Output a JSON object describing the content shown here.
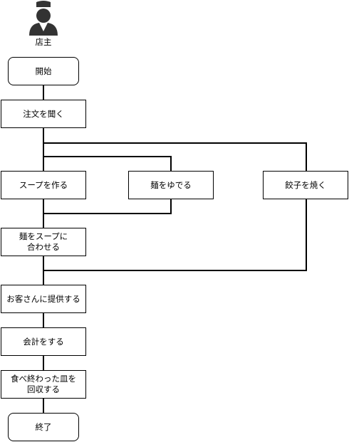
{
  "actor": {
    "label": "店主",
    "icon": "chef-person-icon"
  },
  "nodes": {
    "start": "開始",
    "take_order": "注文を聞く",
    "make_soup": "スープを作る",
    "boil_noodles": "麺をゆでる",
    "grill_gyoza": "餃子を焼く",
    "combine": "麺をスープに\n合わせる",
    "serve": "お客さんに提供する",
    "checkout": "会計をする",
    "collect_dishes": "食べ終わった皿を\n回収する",
    "end": "終了"
  },
  "colors": {
    "line": "#000000",
    "box_border": "#000000",
    "box_fill": "#ffffff",
    "actor_fill": "#333333"
  }
}
